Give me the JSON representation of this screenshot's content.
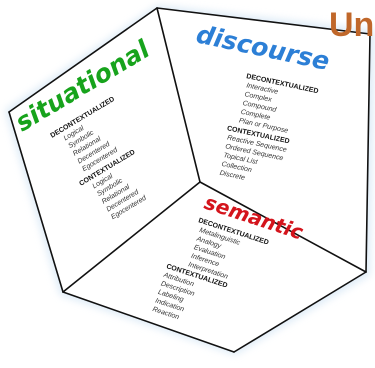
{
  "corner_title": "Un",
  "colors": {
    "edge": "#111111",
    "situational": "#17a31c",
    "discourse": "#2c7fd6",
    "semantic": "#d4141c",
    "corner_title": "#c0672a",
    "glow": "#d7e7f5"
  },
  "faces": {
    "situational": {
      "title": "situational",
      "groups": [
        {
          "heading": "DECONTEXTUALIZED",
          "items": [
            "Logical",
            "Symbolic",
            "Relational",
            "Decentered",
            "Egocentered"
          ]
        },
        {
          "heading": "CONTEXTUALIZED",
          "items": [
            "Logical",
            "Symbolic",
            "Relational",
            "Decentered",
            "Egocentered"
          ]
        }
      ]
    },
    "discourse": {
      "title": "discourse",
      "groups": [
        {
          "heading": "DECONTEXTUALIZED",
          "items": [
            "Interactive",
            "Complex",
            "Compound",
            "Complete",
            "Plan or Purpose"
          ]
        },
        {
          "heading": "CONTEXTUALIZED",
          "items": [
            "Reactive Sequence",
            "Ordered Sequence",
            "Topical List",
            "Collection",
            "Discrete"
          ]
        }
      ]
    },
    "semantic": {
      "title": "semantic",
      "groups": [
        {
          "heading": "DECONTEXTUALIZED",
          "items": [
            "Metalinguistic",
            "Analogy",
            "Evaluation",
            "Inference",
            "Interpretation"
          ]
        },
        {
          "heading": "CONTEXTUALIZED",
          "items": [
            "Attribution",
            "Description",
            "Labeling",
            "Indication",
            "Reaction"
          ]
        }
      ]
    }
  }
}
